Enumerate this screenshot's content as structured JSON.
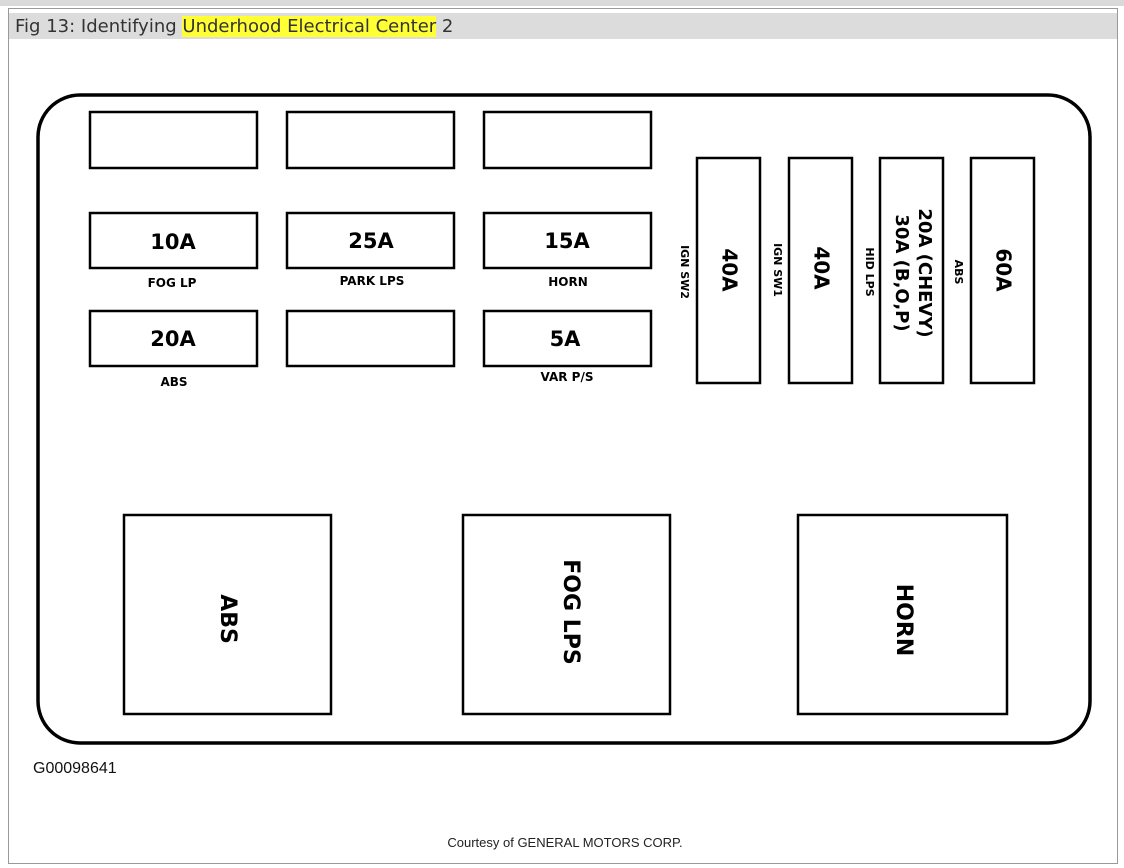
{
  "figure": {
    "caption_prefix": "Fig 13: Identifying ",
    "caption_highlight": "Underhood Electrical Center",
    "caption_suffix": " 2",
    "highlight_color": "#ffff33",
    "code": "G00098641",
    "courtesy": "Courtesy of GENERAL MOTORS CORP."
  },
  "mini_fuses": [
    {
      "rating": "",
      "label": ""
    },
    {
      "rating": "",
      "label": ""
    },
    {
      "rating": "",
      "label": ""
    },
    {
      "rating": "10A",
      "label": "FOG LP"
    },
    {
      "rating": "25A",
      "label": "PARK LPS"
    },
    {
      "rating": "15A",
      "label": "HORN"
    },
    {
      "rating": "20A",
      "label": "ABS"
    },
    {
      "rating": "",
      "label": ""
    },
    {
      "rating": "5A",
      "label": "VAR P/S"
    }
  ],
  "maxi_fuses": [
    {
      "rating": "40A",
      "label": "IGN SW2"
    },
    {
      "rating": "40A",
      "label": "IGN SW1"
    },
    {
      "rating": "20A (CHEVY)",
      "rating2": "30A (B,O,P)",
      "label": "HID LPS"
    },
    {
      "rating": "60A",
      "label": "ABS"
    }
  ],
  "relays": [
    {
      "label": "ABS"
    },
    {
      "label": "FOG LPS"
    },
    {
      "label": "HORN"
    }
  ]
}
